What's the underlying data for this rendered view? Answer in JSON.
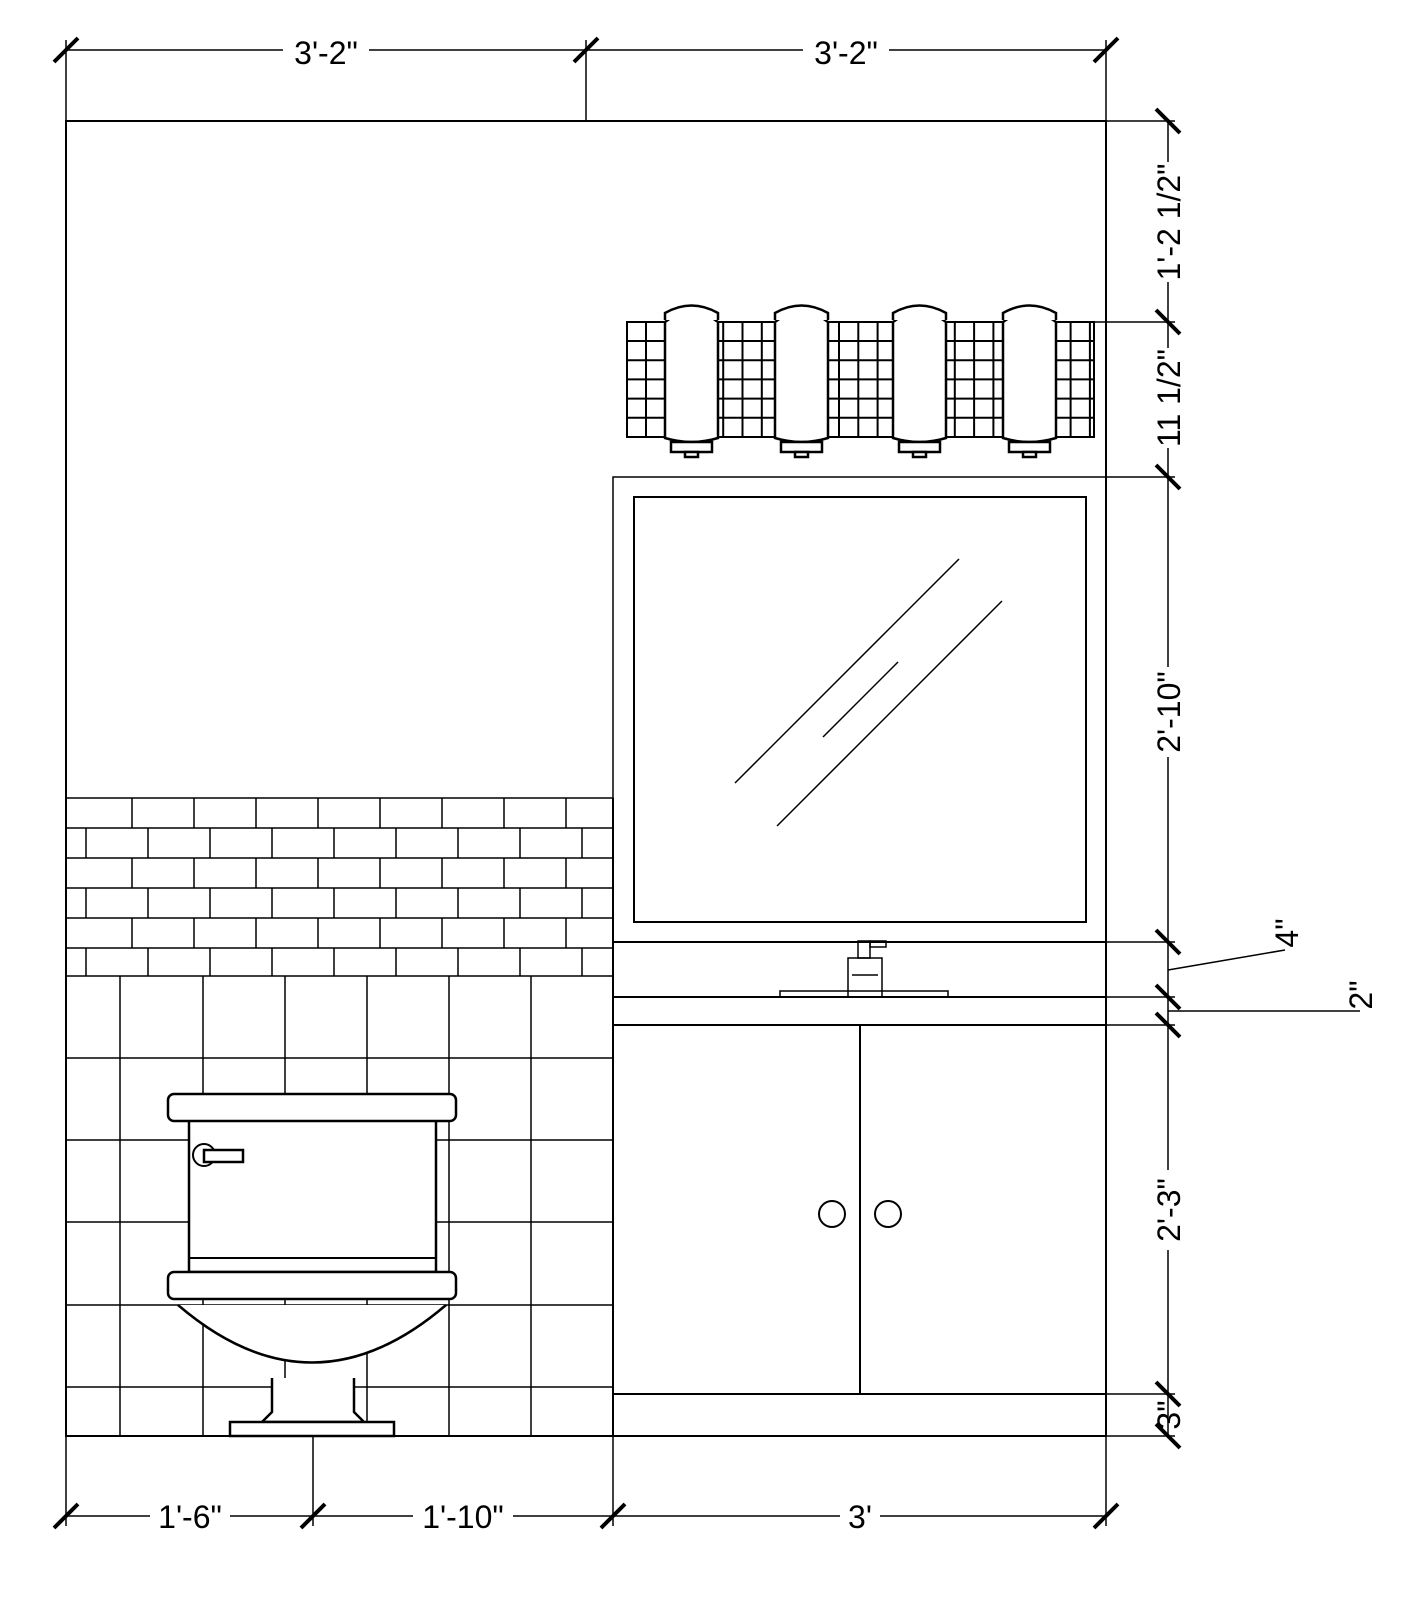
{
  "drawing": {
    "stroke_color": "#000000",
    "background_color": "#ffffff",
    "dimensions": {
      "top": [
        "3'-2\"",
        "3'-2\""
      ],
      "bottom": [
        "1'-6\"",
        "1'-10\"",
        "3'"
      ],
      "right": [
        "1'-2 1/2\"",
        "11 1/2\"",
        "2'-10\"",
        "4\"",
        "2\"",
        "2'-3\"",
        "3\""
      ]
    },
    "elements": [
      "wall",
      "wall-sconce-4-light",
      "mirror",
      "vanity-backsplash",
      "faucet",
      "countertop",
      "vanity-cabinet-2-door",
      "toe-kick",
      "subway-tile-band",
      "square-wall-tile",
      "toilet"
    ]
  }
}
